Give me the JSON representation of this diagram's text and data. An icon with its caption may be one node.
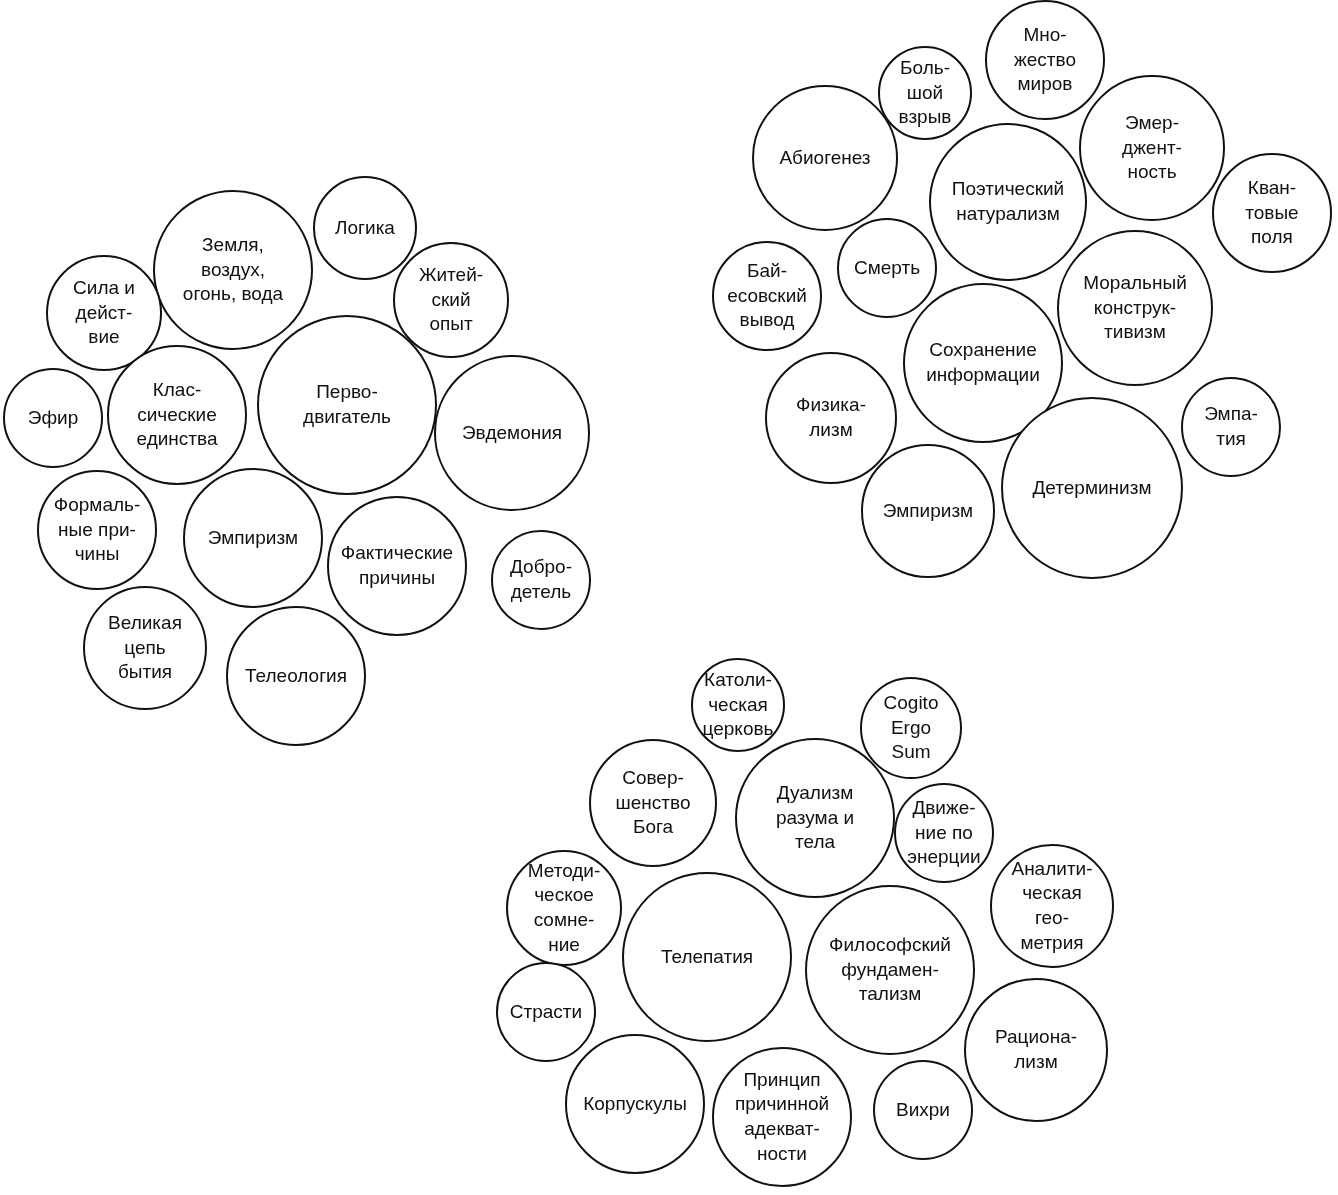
{
  "diagram": {
    "nodes": [
      {
        "text": [
          "Земля, воздух, огонь, вода"
        ]
      },
      {
        "text": [
          "Логика"
        ]
      },
      {
        "text": [
          "Сила и дейст- вие"
        ]
      },
      {
        "text": [
          "Житей- ский опыт"
        ]
      },
      {
        "text": [
          "Эфир"
        ]
      },
      {
        "text": [
          "Клас- сические единства"
        ]
      },
      {
        "text": [
          "Перво- двигатель"
        ]
      },
      {
        "text": [
          "Эвдемония"
        ]
      },
      {
        "text": [
          "Формаль- ные при- чины"
        ]
      },
      {
        "text": [
          "Эмпиризм"
        ]
      },
      {
        "text": [
          "Фактические причины"
        ]
      },
      {
        "text": [
          "Добро- детель"
        ]
      },
      {
        "text": [
          "Великая цепь бытия"
        ]
      },
      {
        "text": [
          "Телеология"
        ]
      },
      {
        "text": [
          "Мно- жество миров"
        ]
      },
      {
        "text": [
          "Боль- шой взрыв"
        ]
      },
      {
        "text": [
          "Абиогенез"
        ]
      },
      {
        "text": [
          "Эмер- джент- ность"
        ]
      },
      {
        "text": [
          "Поэтический натурализм"
        ]
      },
      {
        "text": [
          "Кван- товые поля"
        ]
      },
      {
        "text": [
          "Бай- есовский вывод"
        ]
      },
      {
        "text": [
          "Смерть"
        ]
      },
      {
        "text": [
          "Моральный конструк- тивизм"
        ]
      },
      {
        "text": [
          "Сохранение информации"
        ]
      },
      {
        "text": [
          "Физика- лизм"
        ]
      },
      {
        "text": [
          "Эмпа- тия"
        ]
      },
      {
        "text": [
          "Эмпиризм"
        ]
      },
      {
        "text": [
          "Детерминизм"
        ]
      },
      {
        "text": [
          "Католи- ческая церковь"
        ]
      },
      {
        "text": [
          "Cogito Ergo Sum"
        ]
      },
      {
        "text": [
          "Совер- шенство Бога"
        ]
      },
      {
        "text": [
          "Дуализм разума и тела"
        ]
      },
      {
        "text": [
          "Движе- ние по энерции"
        ]
      },
      {
        "text": [
          "Методи- ческое сомне- ние"
        ]
      },
      {
        "text": [
          "Аналити- ческая гео- метрия"
        ]
      },
      {
        "text": [
          "Телепатия"
        ]
      },
      {
        "text": [
          "Философский фундамен- тализм"
        ]
      },
      {
        "text": [
          "Страсти"
        ]
      },
      {
        "text": [
          "Рациона- лизм"
        ]
      },
      {
        "text": [
          "Корпускулы"
        ]
      },
      {
        "text": [
          "Принцип причинной адекват- ности"
        ]
      },
      {
        "text": [
          "Вихри"
        ]
      }
    ]
  }
}
